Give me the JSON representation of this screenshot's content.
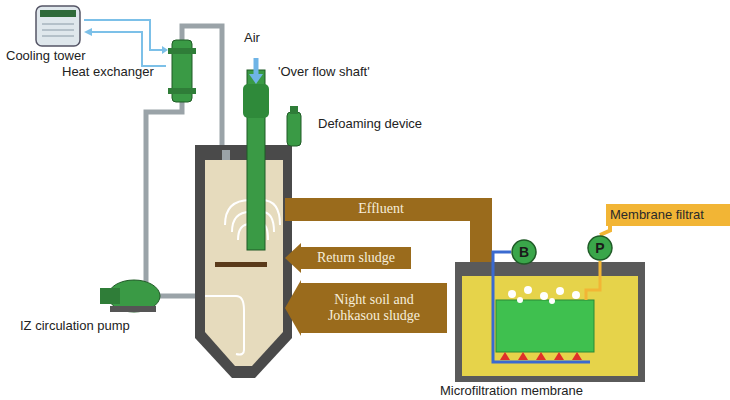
{
  "diagram": {
    "nodes": [
      {
        "text": [
          "Effluent"
        ]
      },
      {
        "text": [
          "Return sludge"
        ]
      },
      {
        "text": [
          "Night soil and Johkasou sludge"
        ]
      },
      {
        "text": [
          "B"
        ]
      },
      {
        "text": [
          "P"
        ]
      },
      {
        "text": [
          "Membrane filtrat"
        ]
      }
    ],
    "edges": [
      {
        "from": 4,
        "to": 5,
        "arrow": "none"
      }
    ],
    "labels": [
      "Cooling tower",
      "Heat exchanger",
      "Air",
      "'Over flow shaft'",
      "Defoaming device",
      "IZ circulation pump",
      "Microfiltration membrane"
    ]
  }
}
